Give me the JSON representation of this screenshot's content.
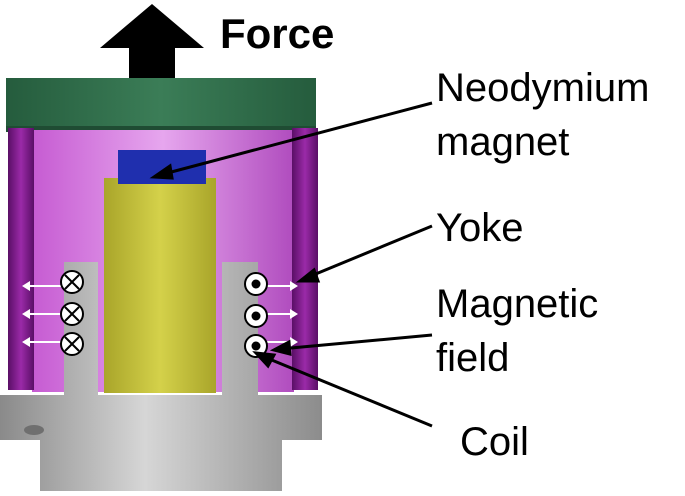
{
  "labels": {
    "force": "Force",
    "magnet_line1": "Neodymium",
    "magnet_line2": "magnet",
    "yoke": "Yoke",
    "field_line1": "Magnetic",
    "field_line2": "field",
    "coil": "Coil"
  },
  "colors": {
    "yoke_top": "#2d6b4a",
    "yoke_side": "#7b1f86",
    "yoke_inner": "#a43db0",
    "magnet": "#1f2fae",
    "core": "#c7c43a",
    "base": "#9a9a9a",
    "base_light": "#c2c2c2",
    "arrow": "#000000",
    "field_arrow": "#ffffff"
  },
  "coil_symbols": {
    "left": [
      "cross-icon",
      "cross-icon",
      "cross-icon"
    ],
    "right": [
      "dot-icon",
      "dot-icon",
      "dot-icon"
    ]
  }
}
